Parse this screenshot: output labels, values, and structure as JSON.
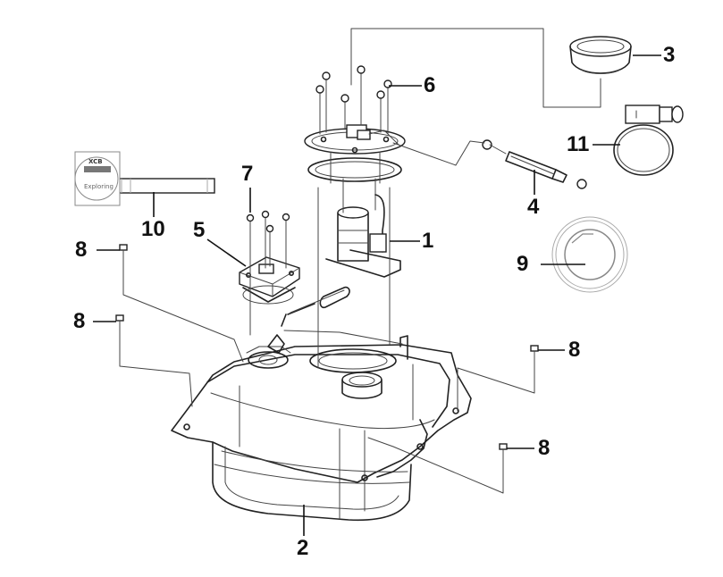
{
  "callouts": {
    "c1": "1",
    "c2": "2",
    "c3": "3",
    "c4": "4",
    "c5": "5",
    "c6": "6",
    "c7": "7",
    "c8a": "8",
    "c8b": "8",
    "c8c": "8",
    "c8d": "8",
    "c9": "9",
    "c10": "10",
    "c11": "11"
  },
  "hose_label": {
    "line1": "XCB",
    "line2": "Exploring"
  }
}
